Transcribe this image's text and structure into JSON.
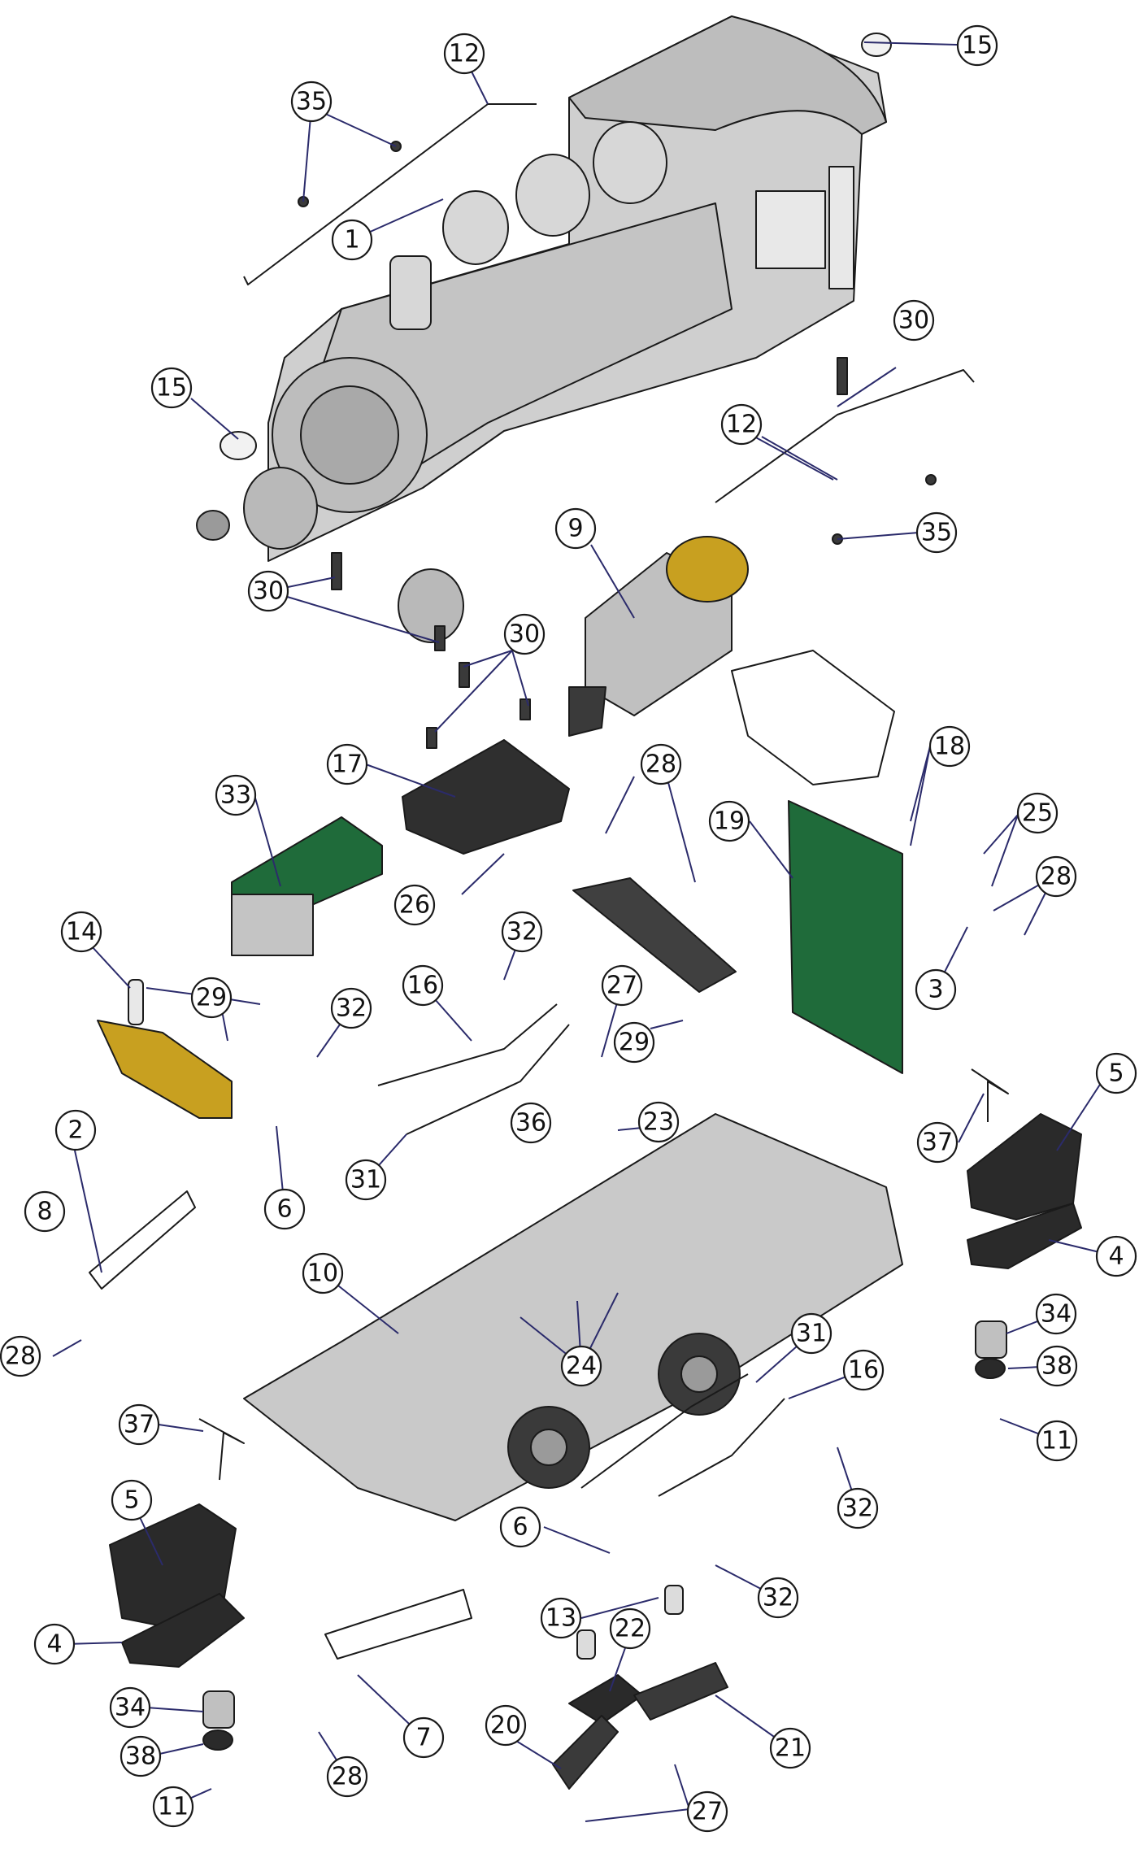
{
  "callouts": [
    {
      "id": "c1",
      "label": "1"
    },
    {
      "id": "c2",
      "label": "2"
    },
    {
      "id": "c3",
      "label": "3"
    },
    {
      "id": "c4a",
      "label": "4"
    },
    {
      "id": "c4b",
      "label": "4"
    },
    {
      "id": "c5a",
      "label": "5"
    },
    {
      "id": "c5b",
      "label": "5"
    },
    {
      "id": "c6a",
      "label": "6"
    },
    {
      "id": "c6b",
      "label": "6"
    },
    {
      "id": "c7",
      "label": "7"
    },
    {
      "id": "c8",
      "label": "8"
    },
    {
      "id": "c9",
      "label": "9"
    },
    {
      "id": "c10",
      "label": "10"
    },
    {
      "id": "c11a",
      "label": "11"
    },
    {
      "id": "c11b",
      "label": "11"
    },
    {
      "id": "c12a",
      "label": "12"
    },
    {
      "id": "c12b",
      "label": "12"
    },
    {
      "id": "c13",
      "label": "13"
    },
    {
      "id": "c14",
      "label": "14"
    },
    {
      "id": "c15a",
      "label": "15"
    },
    {
      "id": "c15b",
      "label": "15"
    },
    {
      "id": "c16a",
      "label": "16"
    },
    {
      "id": "c16b",
      "label": "16"
    },
    {
      "id": "c17",
      "label": "17"
    },
    {
      "id": "c18",
      "label": "18"
    },
    {
      "id": "c19",
      "label": "19"
    },
    {
      "id": "c20",
      "label": "20"
    },
    {
      "id": "c21",
      "label": "21"
    },
    {
      "id": "c22",
      "label": "22"
    },
    {
      "id": "c23",
      "label": "23"
    },
    {
      "id": "c24",
      "label": "24"
    },
    {
      "id": "c25",
      "label": "25"
    },
    {
      "id": "c26",
      "label": "26"
    },
    {
      "id": "c27a",
      "label": "27"
    },
    {
      "id": "c27b",
      "label": "27"
    },
    {
      "id": "c28a",
      "label": "28"
    },
    {
      "id": "c28b",
      "label": "28"
    },
    {
      "id": "c28c",
      "label": "28"
    },
    {
      "id": "c28d",
      "label": "28"
    },
    {
      "id": "c29a",
      "label": "29"
    },
    {
      "id": "c29b",
      "label": "29"
    },
    {
      "id": "c30a",
      "label": "30"
    },
    {
      "id": "c30b",
      "label": "30"
    },
    {
      "id": "c30c",
      "label": "30"
    },
    {
      "id": "c31a",
      "label": "31"
    },
    {
      "id": "c31b",
      "label": "31"
    },
    {
      "id": "c32a",
      "label": "32"
    },
    {
      "id": "c32b",
      "label": "32"
    },
    {
      "id": "c32c",
      "label": "32"
    },
    {
      "id": "c32d",
      "label": "32"
    },
    {
      "id": "c33",
      "label": "33"
    },
    {
      "id": "c34a",
      "label": "34"
    },
    {
      "id": "c34b",
      "label": "34"
    },
    {
      "id": "c35a",
      "label": "35"
    },
    {
      "id": "c35b",
      "label": "35"
    },
    {
      "id": "c36",
      "label": "36"
    },
    {
      "id": "c37a",
      "label": "37"
    },
    {
      "id": "c37b",
      "label": "37"
    },
    {
      "id": "c38a",
      "label": "38"
    },
    {
      "id": "c38b",
      "label": "38"
    }
  ],
  "colors": {
    "body_gray": "#c9c9c9",
    "dark_part": "#2a2a2a",
    "pcb_green": "#1f6b3a",
    "brass": "#c8a020",
    "leader_line": "#2b2b6b"
  }
}
